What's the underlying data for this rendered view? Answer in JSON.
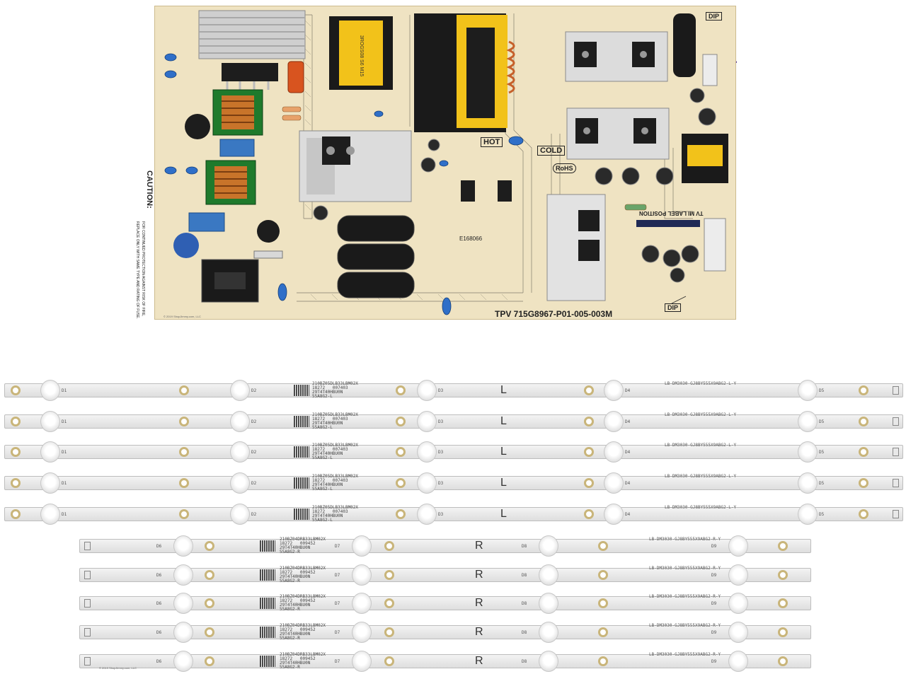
{
  "board": {
    "model": "TPV  715G8967-P01-005-003M",
    "caution": "CAUTION:",
    "caution_text_1": "FOR CONTINUED PROTECTION AGAINST RISK OF FIRE,",
    "caution_text_2": "REPLACE ONLY WITH SAME TYPE AND RATING OF FUSE.",
    "hot": "HOT",
    "cold": "COLD",
    "rohs": "RoHS",
    "dip_top": "DIP",
    "dip_bottom": "DIP",
    "label_position": "TV MI LABEL POSITION",
    "cert": "E168066",
    "copyright": "© 2019 ShopJimmy.com, LLC"
  },
  "strips_left": {
    "leds": [
      "D1",
      "D2",
      "D3",
      "D4",
      "D5"
    ],
    "code_line_1": "210BZ05DLB33LBM02X",
    "code_line_2": "18272   007403",
    "code_line_3": "29T4T40HBU0N",
    "code_line_4": "55A8G2-L",
    "side_mark": "L",
    "part_number": "LB-DM3030-GJ8BY555X9ABG2-L-Y"
  },
  "strips_right": {
    "leds": [
      "D6",
      "D7",
      "D8",
      "D9"
    ],
    "code_line_1": "210BZ04DRB33LBM02X",
    "code_line_2": "18272   009452",
    "code_line_3": "29T4T40HBU0N",
    "code_line_4": "55A8G2-R",
    "side_mark": "R",
    "part_number": "LB-DM3030-GJ8BY555X9ABG2-R-Y"
  },
  "copyright_bottom": "© 2019 ShopJimmy.com, LLC",
  "colors": {
    "pcb": "#efe3c2",
    "strip": "#e8e8e8",
    "transformer": "#f2c21a",
    "heatsink": "#d4d4d4",
    "capacitor": "#1d1d1d"
  }
}
